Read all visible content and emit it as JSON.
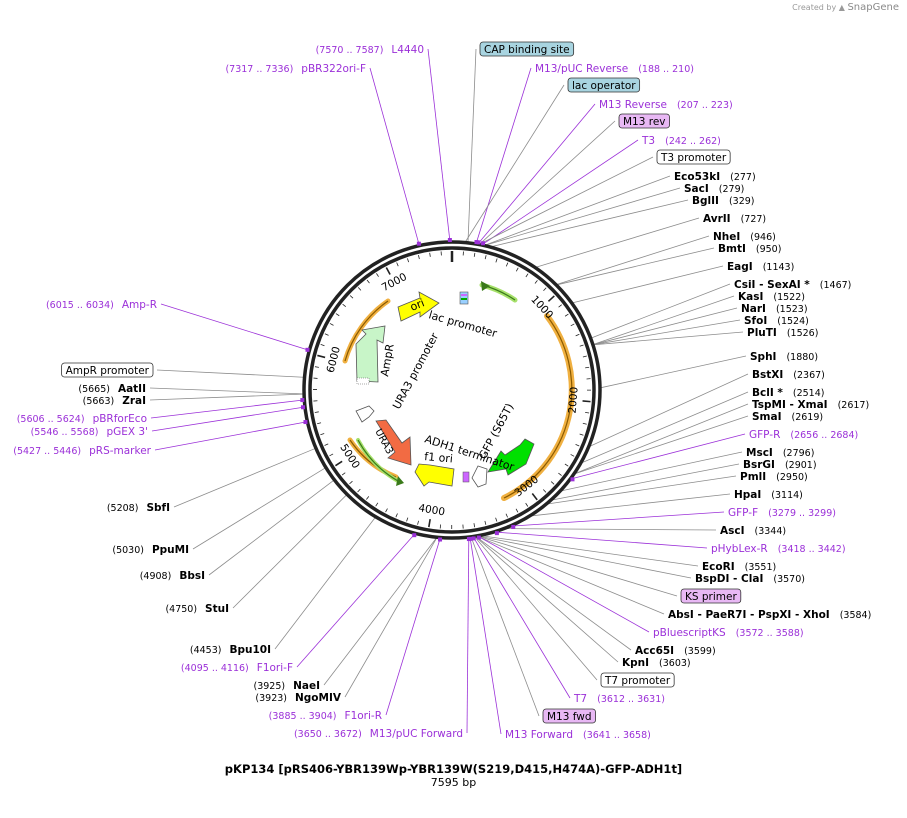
{
  "brand": {
    "created_by": "Created by",
    "name": "SnapGene"
  },
  "plasmid": {
    "title": "pKP134 [pRS406-YBR139Wp-YBR139W(S219,D415,H474A)-GFP-ADH1t]",
    "length_label": "7595 bp",
    "length_bp": 7595
  },
  "colors": {
    "primer": "#9b30d8",
    "site": "#000000",
    "leader": "#8c8c8c",
    "ori": "#ffff00",
    "promoter": "#ffffff",
    "ampr": "#c8f5c8",
    "ura3": "#f26b43",
    "gfp": "#00e000",
    "primer_box": "#e8b8f4",
    "misc_box": "#a8d4e0"
  },
  "tick_labels": [
    "1000",
    "2000",
    "3000",
    "4000",
    "5000",
    "6000",
    "7000"
  ],
  "features": {
    "ori": "ori",
    "lac_promoter": "lac promoter",
    "ampr": "AmpR",
    "ampr_promoter": "AmpR promoter",
    "ura3_promoter": "URA3 promoter",
    "ura3": "URA3",
    "adh1_terminator": "ADH1 terminator",
    "gfp": "GFP (S65T)",
    "f1_ori": "f1 ori"
  },
  "labels_left": [
    {
      "pos": "(7570 .. 7587)",
      "name": "L4440",
      "kind": "primer"
    },
    {
      "pos": "(7317 .. 7336)",
      "name": "pBR322ori-F",
      "kind": "primer"
    },
    {
      "pos": "(6015 .. 6034)",
      "name": "Amp-R",
      "kind": "primer"
    },
    {
      "pos": "",
      "name": "AmpR promoter",
      "kind": "boxwhite"
    },
    {
      "pos": "(5665)",
      "name": "AatII",
      "kind": "site"
    },
    {
      "pos": "(5663)",
      "name": "ZraI",
      "kind": "site"
    },
    {
      "pos": "(5606 .. 5624)",
      "name": "pBRforEco",
      "kind": "primer"
    },
    {
      "pos": "(5546 .. 5568)",
      "name": "pGEX 3'",
      "kind": "primer"
    },
    {
      "pos": "(5427 .. 5446)",
      "name": "pRS-marker",
      "kind": "primer"
    },
    {
      "pos": "(5208)",
      "name": "SbfI",
      "kind": "site"
    },
    {
      "pos": "(5030)",
      "name": "PpuMI",
      "kind": "site"
    },
    {
      "pos": "(4908)",
      "name": "BbsI",
      "kind": "site"
    },
    {
      "pos": "(4750)",
      "name": "StuI",
      "kind": "site"
    },
    {
      "pos": "(4453)",
      "name": "Bpu10I",
      "kind": "site"
    },
    {
      "pos": "(4095 .. 4116)",
      "name": "F1ori-F",
      "kind": "primer"
    },
    {
      "pos": "(3925)",
      "name": "NaeI",
      "kind": "site"
    },
    {
      "pos": "(3923)",
      "name": "NgoMIV",
      "kind": "site"
    },
    {
      "pos": "(3885 .. 3904)",
      "name": "F1ori-R",
      "kind": "primer"
    },
    {
      "pos": "(3650 .. 3672)",
      "name": "M13/pUC Forward",
      "kind": "primer"
    }
  ],
  "labels_right": [
    {
      "name": "CAP binding site",
      "pos": "",
      "kind": "boxblue"
    },
    {
      "name": "M13/pUC Reverse",
      "pos": "(188 .. 210)",
      "kind": "primer"
    },
    {
      "name": "lac operator",
      "pos": "",
      "kind": "boxblue"
    },
    {
      "name": "M13 Reverse",
      "pos": "(207 .. 223)",
      "kind": "primer"
    },
    {
      "name": "M13 rev",
      "pos": "",
      "kind": "boxprimer"
    },
    {
      "name": "T3",
      "pos": "(242 .. 262)",
      "kind": "primer"
    },
    {
      "name": "T3 promoter",
      "pos": "",
      "kind": "boxwhite"
    },
    {
      "name": "Eco53kI",
      "pos": "(277)",
      "kind": "site"
    },
    {
      "name": "SacI",
      "pos": "(279)",
      "kind": "site"
    },
    {
      "name": "BglII",
      "pos": "(329)",
      "kind": "site"
    },
    {
      "name": "AvrII",
      "pos": "(727)",
      "kind": "site"
    },
    {
      "name": "NheI",
      "pos": "(946)",
      "kind": "site"
    },
    {
      "name": "BmtI",
      "pos": "(950)",
      "kind": "site"
    },
    {
      "name": "EagI",
      "pos": "(1143)",
      "kind": "site"
    },
    {
      "name": "CsiI  - SexAI *",
      "pos": "(1467)",
      "kind": "site"
    },
    {
      "name": "KasI",
      "pos": "(1522)",
      "kind": "site"
    },
    {
      "name": "NarI",
      "pos": "(1523)",
      "kind": "site"
    },
    {
      "name": "SfoI",
      "pos": "(1524)",
      "kind": "site"
    },
    {
      "name": "PluTI",
      "pos": "(1526)",
      "kind": "site"
    },
    {
      "name": "SphI",
      "pos": "(1880)",
      "kind": "site"
    },
    {
      "name": "BstXI",
      "pos": "(2367)",
      "kind": "site"
    },
    {
      "name": "BclI *",
      "pos": "(2514)",
      "kind": "site"
    },
    {
      "name": "TspMI  - XmaI",
      "pos": "(2617)",
      "kind": "site"
    },
    {
      "name": "SmaI",
      "pos": "(2619)",
      "kind": "site"
    },
    {
      "name": "GFP-R",
      "pos": "(2656 .. 2684)",
      "kind": "primer"
    },
    {
      "name": "MscI",
      "pos": "(2796)",
      "kind": "site"
    },
    {
      "name": "BsrGI",
      "pos": "(2901)",
      "kind": "site"
    },
    {
      "name": "PmlI",
      "pos": "(2950)",
      "kind": "site"
    },
    {
      "name": "HpaI",
      "pos": "(3114)",
      "kind": "site"
    },
    {
      "name": "GFP-F",
      "pos": "(3279 .. 3299)",
      "kind": "primer"
    },
    {
      "name": "AscI",
      "pos": "(3344)",
      "kind": "site"
    },
    {
      "name": "pHybLex-R",
      "pos": "(3418 .. 3442)",
      "kind": "primer"
    },
    {
      "name": "EcoRI",
      "pos": "(3551)",
      "kind": "site"
    },
    {
      "name": "BspDI  - ClaI",
      "pos": "(3570)",
      "kind": "site"
    },
    {
      "name": "KS primer",
      "pos": "",
      "kind": "boxprimer"
    },
    {
      "name": "AbsI  - PaeR7I  - PspXI  - XhoI",
      "pos": "(3584)",
      "kind": "site"
    },
    {
      "name": "pBluescriptKS",
      "pos": "(3572 .. 3588)",
      "kind": "primer"
    },
    {
      "name": "Acc65I",
      "pos": "(3599)",
      "kind": "site"
    },
    {
      "name": "KpnI",
      "pos": "(3603)",
      "kind": "site"
    },
    {
      "name": "T7 promoter",
      "pos": "",
      "kind": "boxwhite"
    },
    {
      "name": "T7",
      "pos": "(3612 .. 3631)",
      "kind": "primer"
    },
    {
      "name": "M13 fwd",
      "pos": "",
      "kind": "boxprimer"
    },
    {
      "name": "M13 Forward",
      "pos": "(3641 .. 3658)",
      "kind": "primer"
    }
  ]
}
